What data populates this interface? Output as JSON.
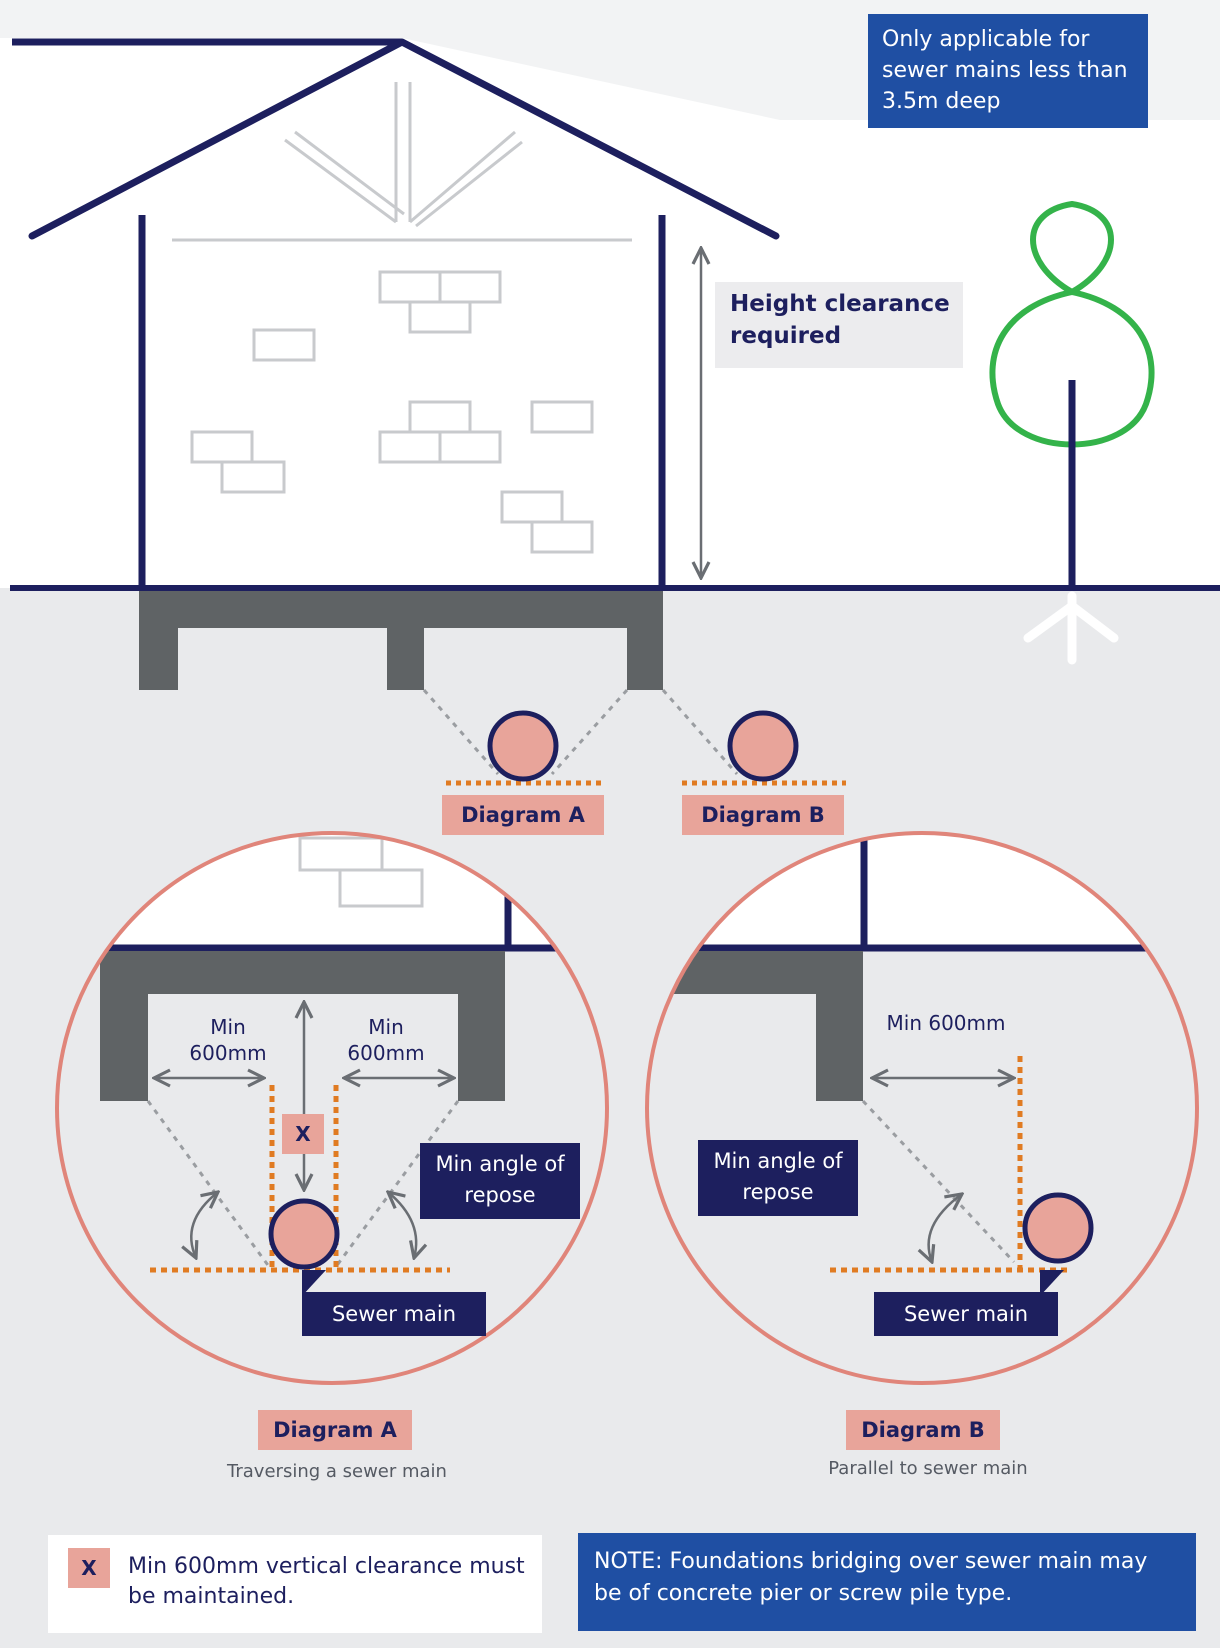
{
  "notes": {
    "applicability": "Only applicable for sewer mains less than 3.5m deep",
    "height_clearance": "Height clearance required",
    "footer_note": "NOTE: Foundations bridging over sewer main may be of concrete pier or screw pile type."
  },
  "pipe_labels": {
    "a": "Diagram A",
    "b": "Diagram B"
  },
  "diagram_a": {
    "min_left": "Min 600mm",
    "min_right": "Min 600mm",
    "x_marker": "X",
    "angle_label": "Min angle of repose",
    "sewer_label": "Sewer main",
    "title": "Diagram A",
    "caption": "Traversing a sewer main"
  },
  "diagram_b": {
    "min_label": "Min 600mm",
    "angle_label": "Min angle of repose",
    "sewer_label": "Sewer main",
    "title": "Diagram B",
    "caption": "Parallel to sewer main"
  },
  "legend": {
    "marker": "X",
    "text": "Min 600mm vertical clearance must be maintained."
  },
  "colors": {
    "navy": "#1d1f5e",
    "blue": "#1f4fa3",
    "pink": "#e8a49a",
    "orange_dash": "#e07b22",
    "tree_green": "#34b34a",
    "ground_grey": "#e9eaec",
    "foundation_grey": "#5f6365"
  }
}
